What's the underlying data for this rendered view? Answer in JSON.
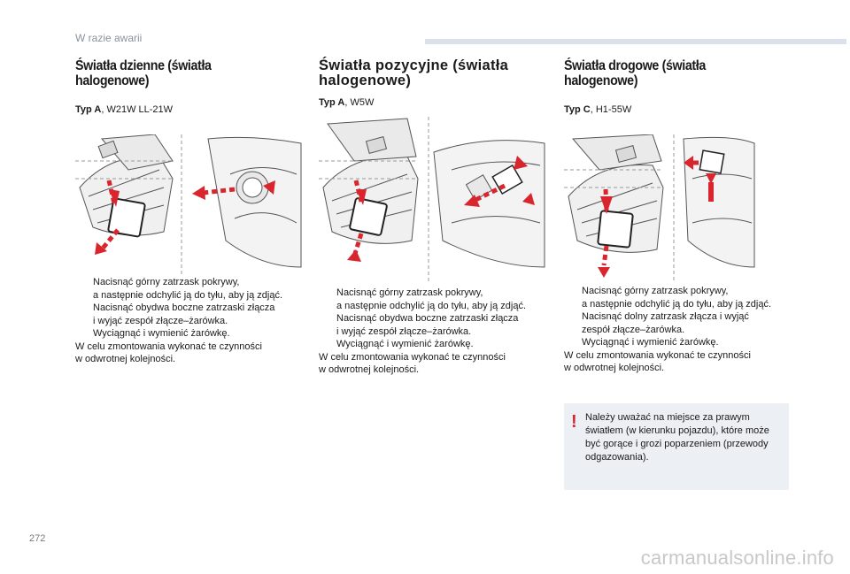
{
  "header": {
    "section": "W razie awarii"
  },
  "columns": [
    {
      "title": "Światła dzienne (światła halogenowe)",
      "type_label": "Typ A",
      "type_value": ", W21W LL-21W",
      "steps": [
        "Nacisnąć górny zatrzask pokrywy,\na następnie odchylić ją do tyłu, aby ją zdjąć.",
        "Nacisnąć obydwa boczne zatrzaski złącza\ni wyjąć zespół złącze–żarówka.",
        "Wyciągnąć i wymienić żarówkę."
      ],
      "note": "W celu zmontowania wykonać te czynności\nw odwrotnej kolejności."
    },
    {
      "title": "Światła pozycyjne (światła halogenowe)",
      "type_label": "Typ A",
      "type_value": ", W5W",
      "steps": [
        "Nacisnąć górny zatrzask pokrywy,\na następnie odchylić ją do tyłu, aby ją zdjąć.",
        "Nacisnąć obydwa boczne zatrzaski złącza\ni wyjąć zespół złącze–żarówka.",
        "Wyciągnąć i wymienić żarówkę."
      ],
      "note": "W celu zmontowania wykonać te czynności\nw odwrotnej kolejności."
    },
    {
      "title": "Światła drogowe (światła halogenowe)",
      "type_label": "Typ C",
      "type_value": ", H1-55W",
      "steps": [
        "Nacisnąć górny zatrzask pokrywy,\na następnie odchylić ją do tyłu, aby ją zdjąć.",
        "Nacisnąć dolny zatrzask złącza i wyjąć\nzespół złącze–żarówka.",
        "Wyciągnąć i wymienić żarówkę."
      ],
      "note": "W celu zmontowania wykonać te czynności\nw odwrotnej kolejności."
    }
  ],
  "warning": {
    "icon": "exclamation-icon",
    "text": "Należy uważać na miejsce za prawym światłem (w kierunku pojazdu), które może być gorące i grozi poparzeniem (przewody odgazowania)."
  },
  "bullet_glyph": "",
  "page_number": "272",
  "watermark": "carmanualsonline.info",
  "colors": {
    "arrow": "#d9262e",
    "warning_bg": "#eceff3",
    "header_bar": "#dbe1ea"
  }
}
